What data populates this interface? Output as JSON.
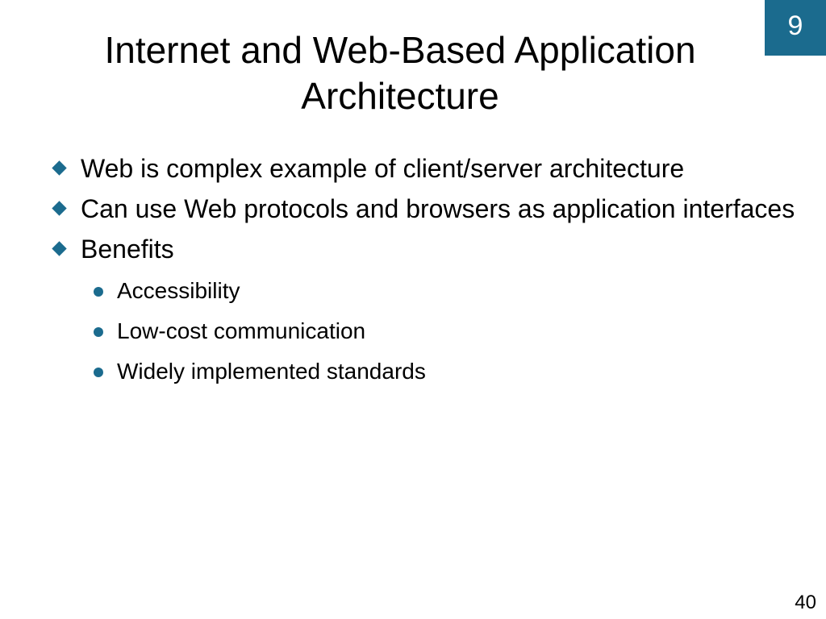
{
  "slide": {
    "chapter": "9",
    "title": "Internet and Web-Based Application Architecture",
    "page_number": "40",
    "accent_color": "#1b6b8e",
    "bullets": [
      {
        "icon": "diamond-bullet-icon",
        "text": "Web is complex example of client/server architecture"
      },
      {
        "icon": "diamond-bullet-icon",
        "text": "Can use Web protocols and browsers as application interfaces"
      },
      {
        "icon": "diamond-bullet-icon",
        "text": "Benefits",
        "subbullets": [
          {
            "icon": "dot-bullet-icon",
            "text": "Accessibility"
          },
          {
            "icon": "dot-bullet-icon",
            "text": "Low-cost communication"
          },
          {
            "icon": "dot-bullet-icon",
            "text": "Widely implemented standards"
          }
        ]
      }
    ]
  }
}
